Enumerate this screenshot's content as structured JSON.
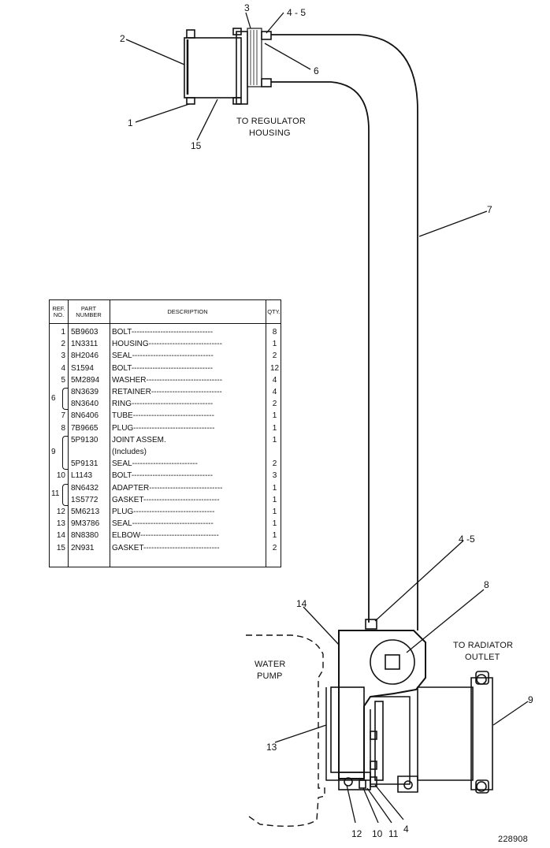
{
  "annotations": {
    "to_regulator_l1": "TO REGULATOR",
    "to_regulator_l2": "HOUSING",
    "to_radiator_l1": "TO RADIATOR",
    "to_radiator_l2": "OUTLET",
    "water_pump_l1": "WATER",
    "water_pump_l2": "PUMP",
    "drawing_number": "228908"
  },
  "callouts": {
    "c1": "1",
    "c2": "2",
    "c3": "3",
    "c4_5_top": "4 - 5",
    "c6": "6",
    "c15": "15",
    "c7": "7",
    "c4_5_mid": "4 -5",
    "c8": "8",
    "c14": "14",
    "c9": "9",
    "c13": "13",
    "c12": "12",
    "c10": "10",
    "c11": "11",
    "c4_bottom": "4"
  },
  "parts_table": {
    "headers": {
      "ref_l1": "REF.",
      "ref_l2": "NO.",
      "part_l1": "PART",
      "part_l2": "NUMBER",
      "desc": "DESCRIPTION",
      "qty": "QTY."
    },
    "rows": [
      {
        "ref": "1",
        "part": "5B9603",
        "desc": "BOLT-------------------------------",
        "qty": "8"
      },
      {
        "ref": "2",
        "part": "1N3311",
        "desc": "HOUSING----------------------------",
        "qty": "1"
      },
      {
        "ref": "3",
        "part": "8H2046",
        "desc": "SEAL-------------------------------",
        "qty": "2"
      },
      {
        "ref": "4",
        "part": "S1594",
        "desc": "BOLT-------------------------------",
        "qty": "12"
      },
      {
        "ref": "5",
        "part": "5M2894",
        "desc": "WASHER-----------------------------",
        "qty": "4"
      },
      {
        "ref": "",
        "part": "8N3639",
        "desc": "RETAINER---------------------------",
        "qty": "4"
      },
      {
        "ref": "",
        "part": "8N3640",
        "desc": "RING-------------------------------",
        "qty": "2"
      },
      {
        "ref": "7",
        "part": "8N6406",
        "desc": "TUBE-------------------------------",
        "qty": "1"
      },
      {
        "ref": "8",
        "part": "7B9665",
        "desc": "PLUG-------------------------------",
        "qty": "1"
      },
      {
        "ref": "",
        "part": "5P9130",
        "desc": "JOINT ASSEM.",
        "qty": "1"
      },
      {
        "ref": "",
        "part": "",
        "desc": "      (Includes)",
        "qty": ""
      },
      {
        "ref": "",
        "part": "5P9131",
        "desc": "      SEAL-------------------------",
        "qty": "2"
      },
      {
        "ref": "10",
        "part": "L1143",
        "desc": "BOLT-------------------------------",
        "qty": "3"
      },
      {
        "ref": "",
        "part": "8N6432",
        "desc": "ADAPTER----------------------------",
        "qty": "1"
      },
      {
        "ref": "",
        "part": "1S5772",
        "desc": "GASKET-----------------------------",
        "qty": "1"
      },
      {
        "ref": "12",
        "part": "5M6213",
        "desc": "PLUG-------------------------------",
        "qty": "1"
      },
      {
        "ref": "13",
        "part": "9M3786",
        "desc": "SEAL-------------------------------",
        "qty": "1"
      },
      {
        "ref": "14",
        "part": "8N8380",
        "desc": "ELBOW------------------------------",
        "qty": "1"
      },
      {
        "ref": "15",
        "part": "2N931",
        "desc": "GASKET-----------------------------",
        "qty": "2"
      }
    ],
    "group_labels": {
      "g6": "6",
      "g9": "9",
      "g11": "11"
    }
  }
}
